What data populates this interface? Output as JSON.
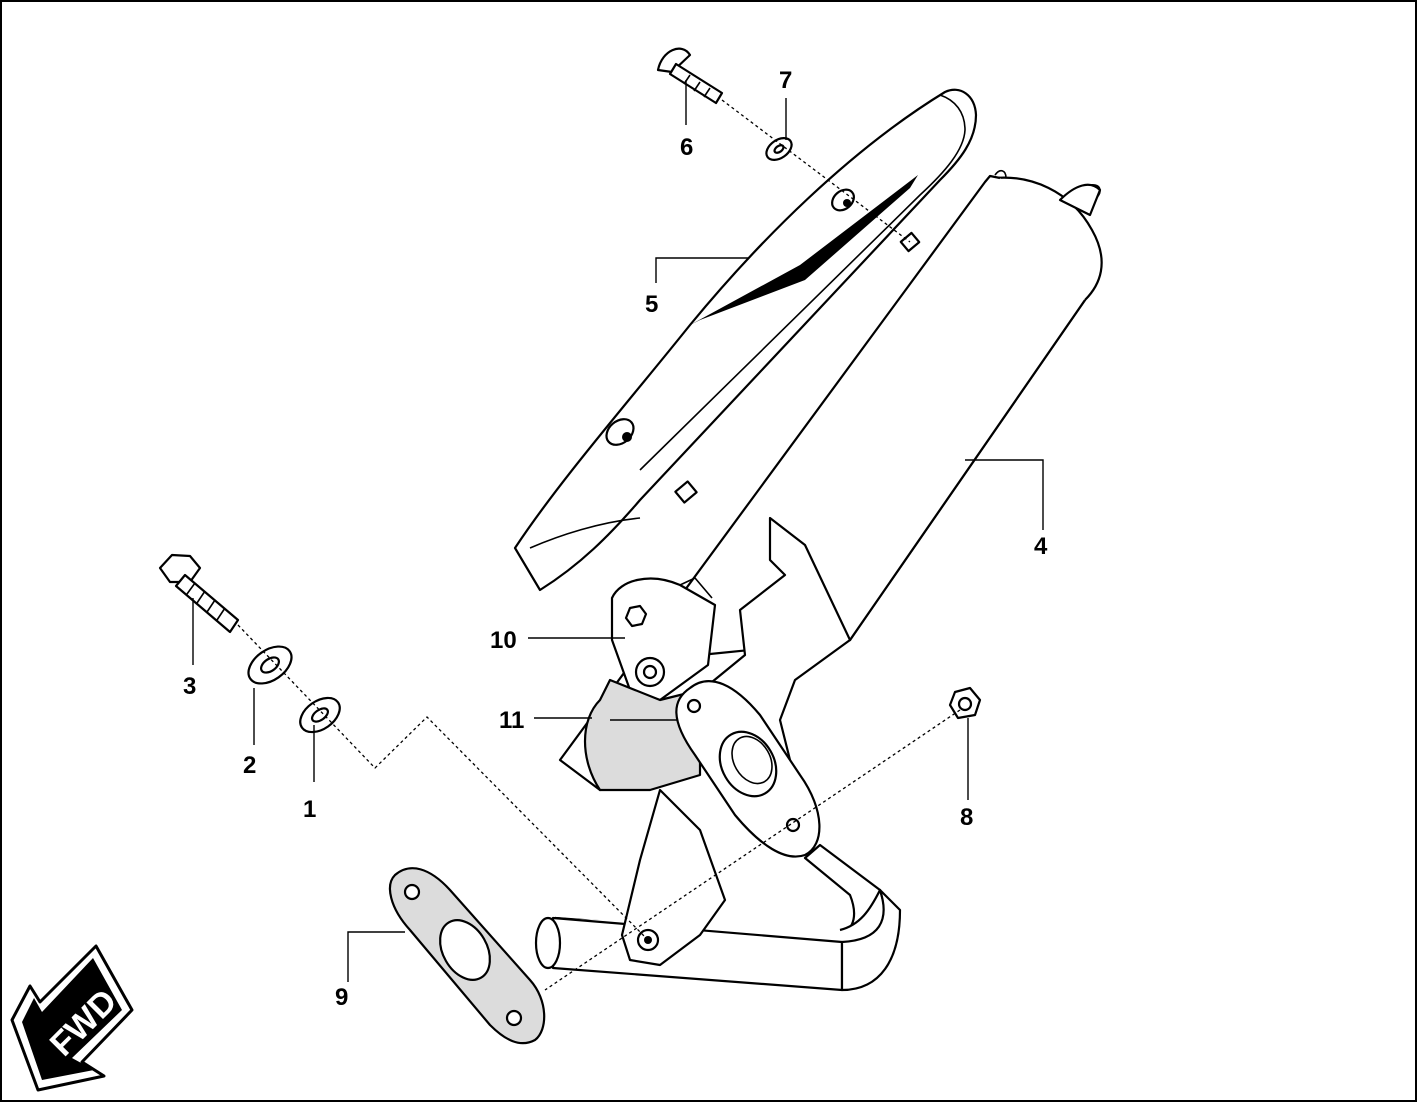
{
  "diagram": {
    "callouts": [
      {
        "id": "1",
        "label": "1"
      },
      {
        "id": "2",
        "label": "2"
      },
      {
        "id": "3",
        "label": "3"
      },
      {
        "id": "4",
        "label": "4"
      },
      {
        "id": "5",
        "label": "5"
      },
      {
        "id": "6",
        "label": "6"
      },
      {
        "id": "7",
        "label": "7"
      },
      {
        "id": "8",
        "label": "8"
      },
      {
        "id": "9",
        "label": "9"
      },
      {
        "id": "10",
        "label": "10"
      },
      {
        "id": "11",
        "label": "11"
      }
    ],
    "direction_arrow": {
      "label": "FWD"
    },
    "colors": {
      "line": "#000000",
      "background": "#ffffff",
      "gasket_fill": "#dcdcdc"
    }
  }
}
